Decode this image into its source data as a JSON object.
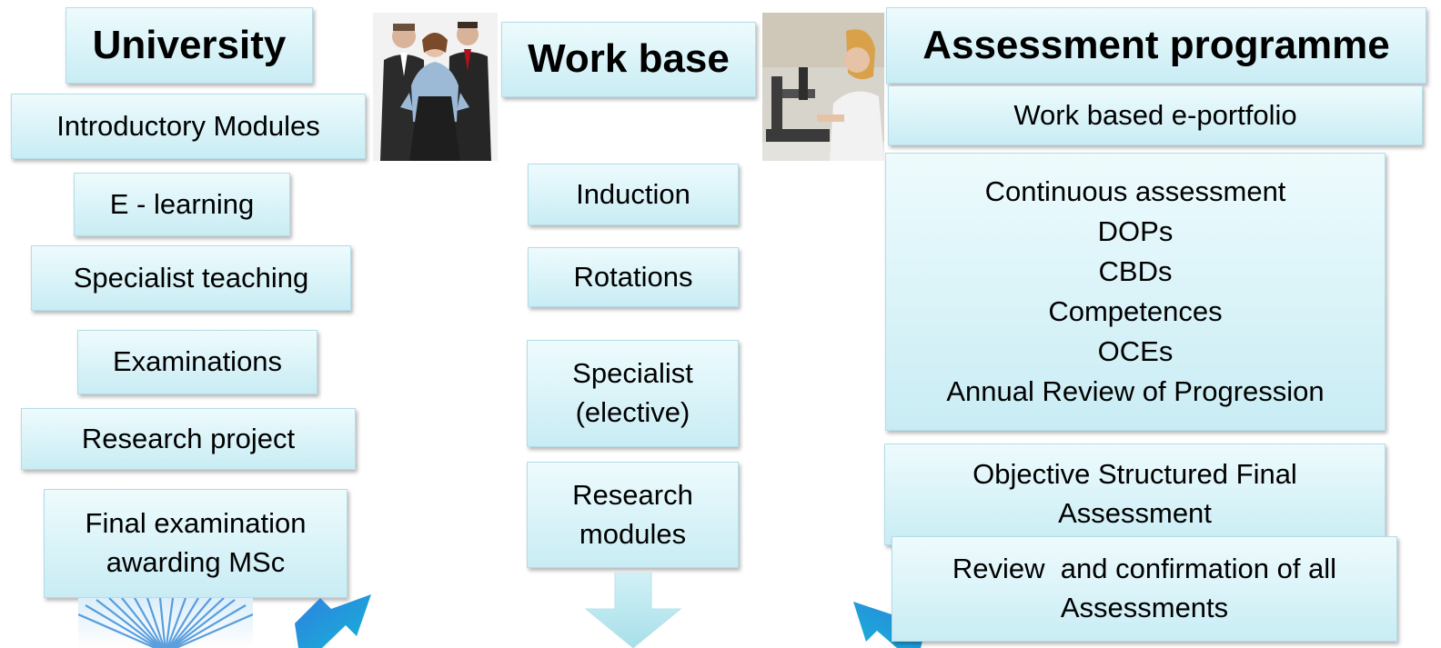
{
  "university": {
    "title": "University",
    "items": [
      "Introductory Modules",
      "E - learning",
      "Specialist teaching",
      "Examinations",
      "Research project"
    ],
    "final": [
      "Final examination",
      "awarding MSc"
    ]
  },
  "work_base": {
    "title": "Work base",
    "items": [
      "Induction",
      "Rotations"
    ],
    "specialist": [
      "Specialist",
      "(elective)"
    ],
    "research": [
      "Research",
      "modules"
    ]
  },
  "assessment": {
    "title": "Assessment programme",
    "eportfolio": "Work based e-portfolio",
    "continuous": [
      "Continuous assessment",
      "DOPs",
      "CBDs",
      "Competences",
      "OCEs",
      "Annual Review of Progression"
    ],
    "osfa": [
      "Objective Structured Final",
      "Assessment"
    ],
    "review": [
      "Review  and confirmation of all",
      "Assessments"
    ]
  },
  "colors": {
    "box_fill": "#d9f3f8",
    "arrow_blue": "#1b8fd6",
    "arrow_light": "#b6e6ef"
  }
}
